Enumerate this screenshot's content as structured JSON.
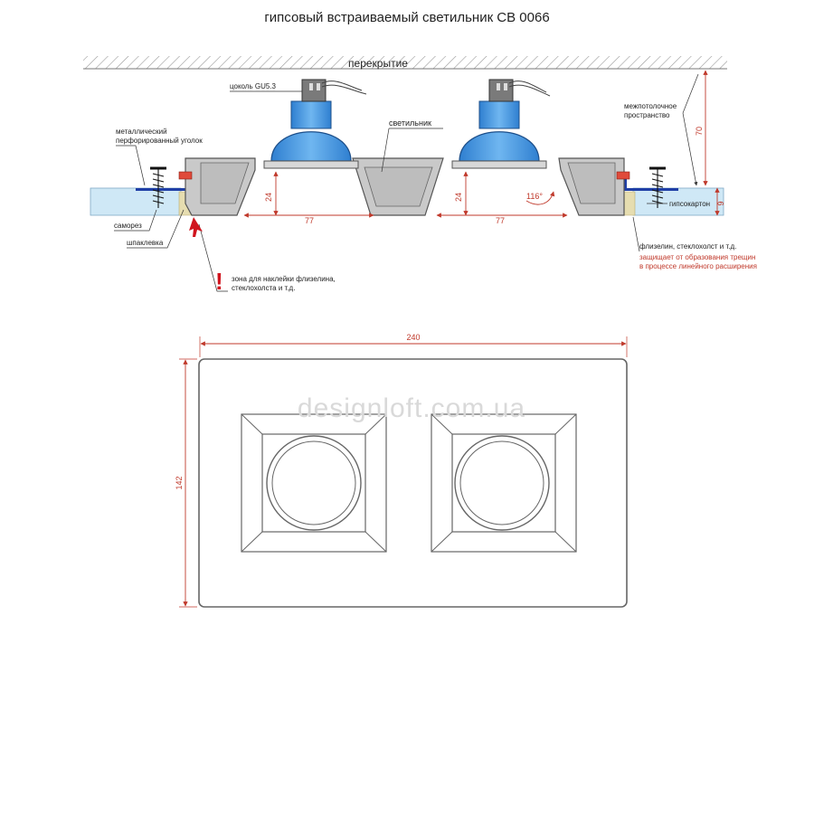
{
  "title": "гипсовый встраиваемый светильник СВ 0066",
  "watermark": "designloft.com.ua",
  "labels": {
    "ceiling": "перекрытие",
    "socket": "цоколь GU5.3",
    "lamp": "светильник",
    "metal_corner_1": "металлический",
    "metal_corner_2": "перфорированный уголок",
    "screw": "саморез",
    "putty": "шпаклевка",
    "interceiling_1": "межпотолочное",
    "interceiling_2": "пространство",
    "drywall": "гипсокартон",
    "fleece": "флизелин, стеклохолст и т.д.",
    "protect_1": "защищает от образования трещин",
    "protect_2": "в процессе линейного расширения",
    "zone_1": "зона для наклейки флизелина,",
    "zone_2": "стеклохолста и т.д.",
    "exclaim": "!"
  },
  "dimensions": {
    "depth": "24",
    "depth_right": "24",
    "width_left": "77",
    "width_right": "77",
    "angle": "116°",
    "space": "70",
    "board": "9",
    "total_width": "240",
    "total_height": "142"
  },
  "colors": {
    "lamp_blue": "#5aa6e6",
    "socket_gray": "#7a7a7a",
    "gypsum": "#c9c9c9",
    "drywall": "#cfe8f6",
    "dim_red": "#c0392b",
    "profile_blue": "#1f3fa6",
    "putty": "#e6ddb0"
  }
}
